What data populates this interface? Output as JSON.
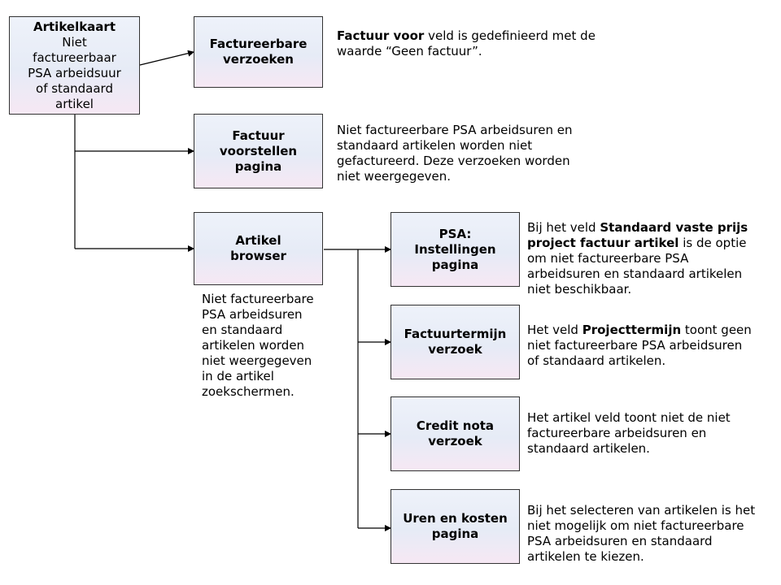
{
  "nodes": {
    "artikelkaart": {
      "title": "Artikelkaart",
      "sub": [
        "Niet",
        "factureerbaar",
        "PSA arbeidsuur",
        "of standaard",
        "artikel"
      ]
    },
    "factureerbare_verzoeken": {
      "lines": [
        "Factureerbare",
        "verzoeken"
      ]
    },
    "factuur_voorstellen": {
      "lines": [
        "Factuur",
        "voorstellen",
        "pagina"
      ]
    },
    "artikel_browser": {
      "lines": [
        "Artikel",
        "browser"
      ]
    },
    "psa_instellingen": {
      "lines": [
        "PSA:",
        "Instellingen",
        "pagina"
      ]
    },
    "factuurtermijn": {
      "lines": [
        "Factuurtermijn",
        "verzoek"
      ]
    },
    "credit_nota": {
      "lines": [
        "Credit nota",
        "verzoek"
      ]
    },
    "uren_kosten": {
      "lines": [
        "Uren en kosten",
        "pagina"
      ]
    }
  },
  "notes": {
    "factureerbare_verzoeken": {
      "bold": "Factuur voor",
      "rest": " veld is gedefinieerd met de",
      "l2": "waarde “Geen factuur”."
    },
    "factuur_voorstellen": [
      "Niet factureerbare PSA arbeidsuren en",
      "standaard artikelen worden niet",
      "gefactureerd. Deze verzoeken worden",
      "niet weergegeven."
    ],
    "artikel_browser": [
      "Niet factureerbare",
      "PSA arbeidsuren",
      "en standaard",
      "artikelen worden",
      "niet weergegeven",
      "in de artikel",
      "zoekschermen."
    ],
    "psa_instellingen": {
      "l1_pre": "Bij het veld ",
      "l1_bold": "Standaard vaste prijs",
      "l2_bold": "project factuur artikel",
      "l2_rest": "  is de optie",
      "rest": [
        "om niet factureerbare  PSA",
        "arbeidsuren en standaard  artikelen",
        "niet beschikbaar."
      ]
    },
    "factuurtermijn": {
      "l1_pre": "Het veld ",
      "l1_bold": "Projecttermijn",
      "l1_rest": "  toont geen",
      "rest": [
        "niet factureerbare PSA arbeidsuren",
        "of standaard artikelen."
      ]
    },
    "credit_nota": [
      "Het artikel veld toont niet de niet",
      "factureerbare arbeidsuren en",
      "standaard artikelen."
    ],
    "uren_kosten": [
      "Bij het selecteren van artikelen is het",
      "niet mogelijk om niet factureerbare",
      "PSA arbeidsuren en standaard",
      "artikelen te kiezen."
    ]
  }
}
